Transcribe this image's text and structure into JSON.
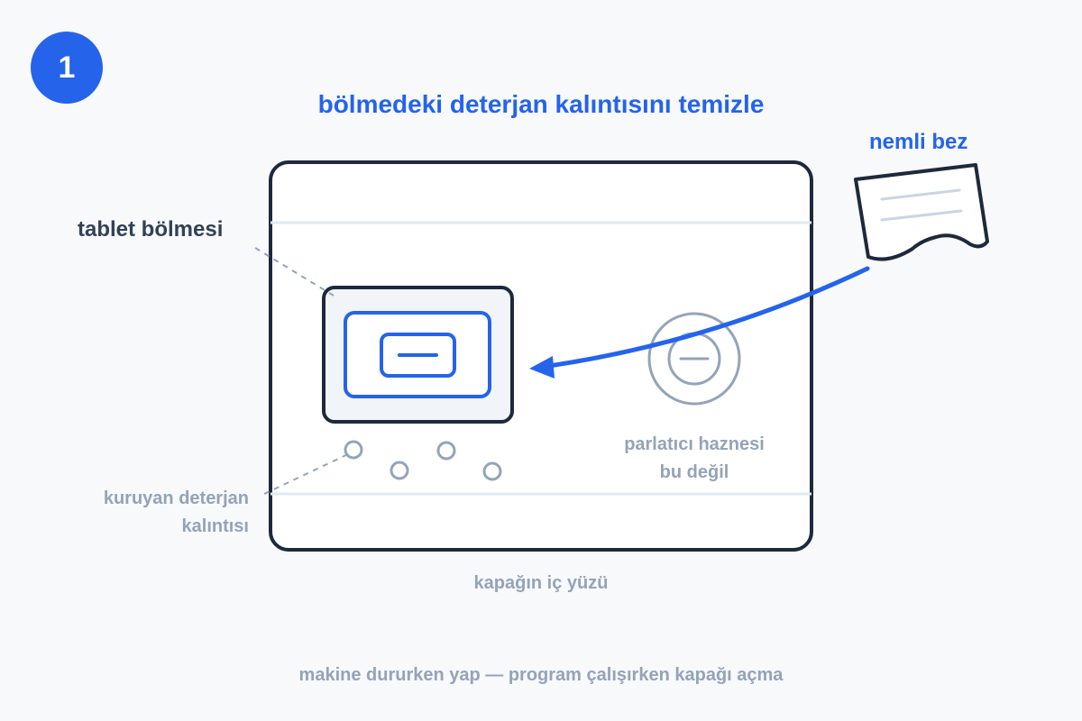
{
  "step": {
    "number": "1"
  },
  "title": "bölmedeki deterjan kalıntısını temizle",
  "labels": {
    "cloth": "nemli bez",
    "tablet_compartment": "tablet bölmesi",
    "dried_residue_line1": "kuruyan deterjan",
    "dried_residue_line2": "kalıntısı",
    "rinse_aid_line1": "parlatıcı haznesi",
    "rinse_aid_line2": "bu değil",
    "door_inside": "kapağın iç yüzü"
  },
  "note": "makine dururken yap — program çalışırken kapağı açma",
  "colors": {
    "accent": "#2563eb",
    "outline": "#1e293b",
    "muted": "#94a3b8",
    "divider": "#e2e8f0",
    "background": "#f7f9fb"
  },
  "icons": [
    "damp-cloth-icon",
    "arrow-icon",
    "tablet-compartment-icon",
    "rinse-aid-cap-icon",
    "residue-dots-icon"
  ]
}
